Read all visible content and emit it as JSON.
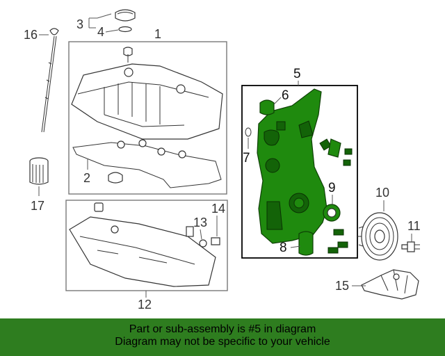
{
  "callouts": {
    "c1": "1",
    "c2": "2",
    "c3": "3",
    "c4": "4",
    "c5": "5",
    "c6": "6",
    "c7": "7",
    "c8": "8",
    "c9": "9",
    "c10": "10",
    "c11": "11",
    "c12": "12",
    "c13": "13",
    "c14": "14",
    "c15": "15",
    "c16": "16",
    "c17": "17"
  },
  "banner": {
    "line1": "Part or sub-assembly is #5 in diagram",
    "line2": "Diagram may not be specific to your vehicle"
  },
  "colors": {
    "highlight": "#1f8a0e",
    "banner_bg": "#2e7d1f"
  }
}
